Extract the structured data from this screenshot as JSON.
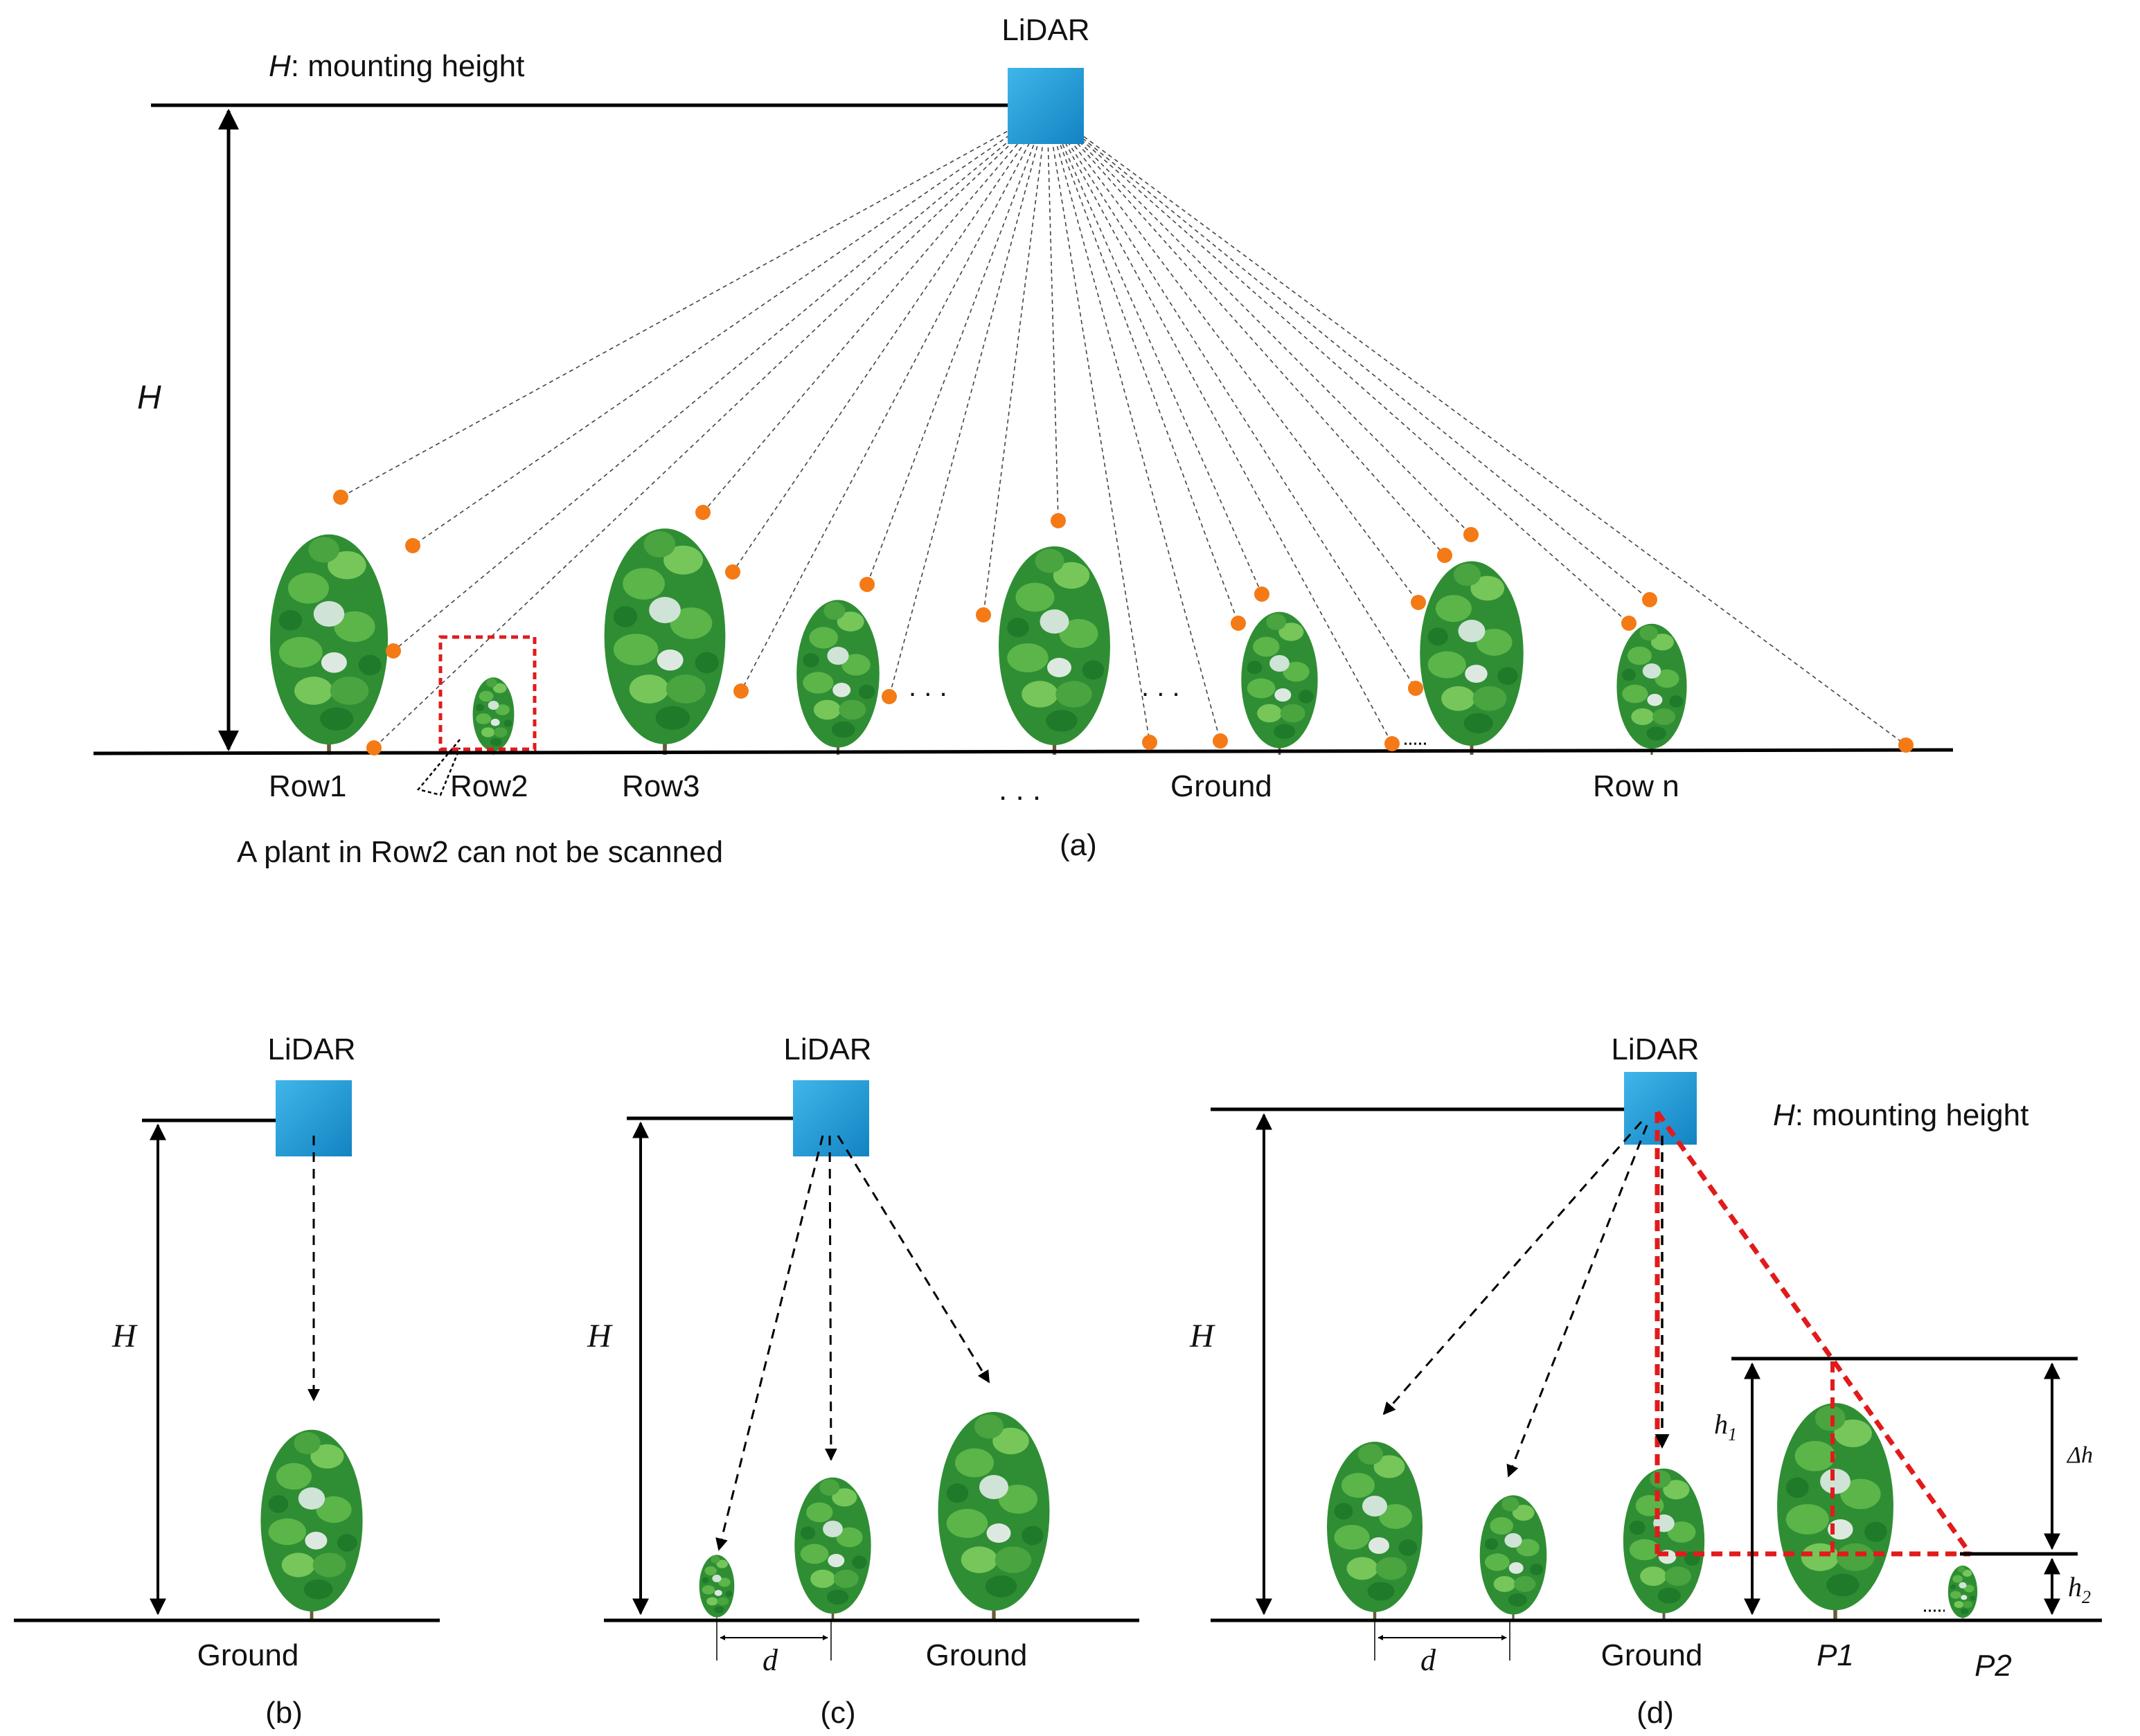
{
  "colors": {
    "lidar_box": "#1fa3df",
    "scan_point": "#f47a16",
    "highlight": "#e11b1b",
    "leaf_dark": "#1f7a2a",
    "leaf_light": "#5bb548"
  },
  "panel_a": {
    "lidar_label": "LiDAR",
    "height_label_italic": "H",
    "height_label_rest": ": mounting height",
    "h_axis": "H",
    "rows": [
      "Row1",
      "Row2",
      "Row3",
      "Row n"
    ],
    "ellipsis": ". . .",
    "ground": "Ground",
    "note": "A plant in Row2 can not be scanned",
    "caption": "(a)"
  },
  "panel_b": {
    "lidar_label": "LiDAR",
    "h_axis": "H",
    "ground": "Ground",
    "caption": "(b)"
  },
  "panel_c": {
    "lidar_label": "LiDAR",
    "h_axis": "H",
    "spacing": "d",
    "ground": "Ground",
    "caption": "(c)"
  },
  "panel_d": {
    "lidar_label": "LiDAR",
    "height_label_italic": "H",
    "height_label_rest": ": mounting height",
    "h_axis": "H",
    "spacing": "d",
    "ground": "Ground",
    "p1": "P1",
    "p2": "P2",
    "h1_base": "h",
    "h1_sub": "1",
    "h2_base": "h",
    "h2_sub": "2",
    "delta_h": "Δh",
    "caption": "(d)"
  }
}
